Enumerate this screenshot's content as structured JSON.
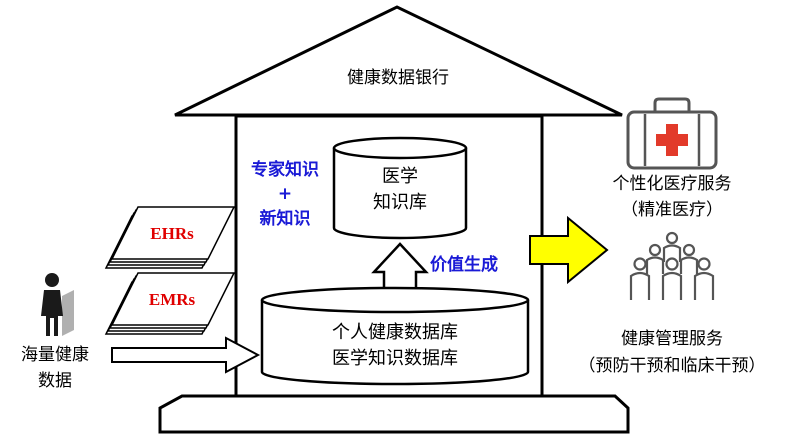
{
  "bank_title": "健康数据银行",
  "knowledge_db": {
    "line1": "医学",
    "line2": "知识库"
  },
  "personal_db": {
    "line1": "个人健康数据库",
    "line2": "医学知识数据库"
  },
  "expert_knowledge": {
    "line1": "专家知识",
    "plus": "+",
    "line2": "新知识"
  },
  "value_generation": "价值生成",
  "ehr_label": "EHRs",
  "emr_label": "EMRs",
  "input_label": {
    "line1": "海量健康",
    "line2": "数据"
  },
  "personalized_service": {
    "line1": "个性化医疗服务",
    "line2": "（精准医疗）"
  },
  "health_management": {
    "line1": "健康管理服务",
    "line2": "（预防干预和临床干预）"
  },
  "colors": {
    "arrow_fill": "#ffff00",
    "label_red": "#e00000",
    "text_blue": "#1a1ad6",
    "cross_red": "#e23a2a",
    "kit_outline": "#555555"
  },
  "icons": [
    "person-silhouette-icon",
    "medical-kit-icon",
    "people-group-icon"
  ]
}
